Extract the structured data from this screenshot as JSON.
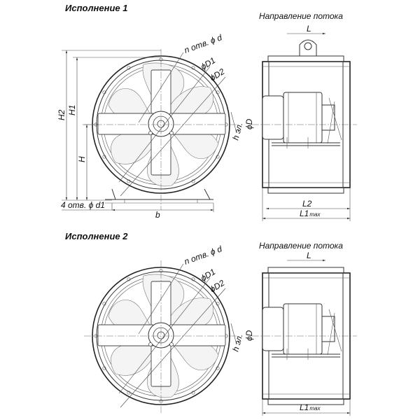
{
  "variant1": {
    "title": "Исполнение 1",
    "flow_direction": "Направление потока",
    "labels": {
      "n_holes_d": "n отв. ϕ d",
      "D1": "ϕD1",
      "D2": "ϕD2",
      "h_el": "h эл.",
      "D": "ϕD",
      "H": "H",
      "H1": "H1",
      "H2": "H2",
      "holes_d1": "4 отв. ϕ d1",
      "b": "b",
      "L": "L",
      "L2": "L2",
      "L1": "L1",
      "max": "max"
    }
  },
  "variant2": {
    "title": "Исполнение 2",
    "flow_direction": "Направление потока",
    "labels": {
      "n_holes_d": "n отв. ϕ d",
      "D1": "ϕD1",
      "D2": "ϕD2",
      "h_el": "h эл.",
      "D": "ϕD",
      "L": "L",
      "L1": "L1",
      "max": "max"
    }
  }
}
